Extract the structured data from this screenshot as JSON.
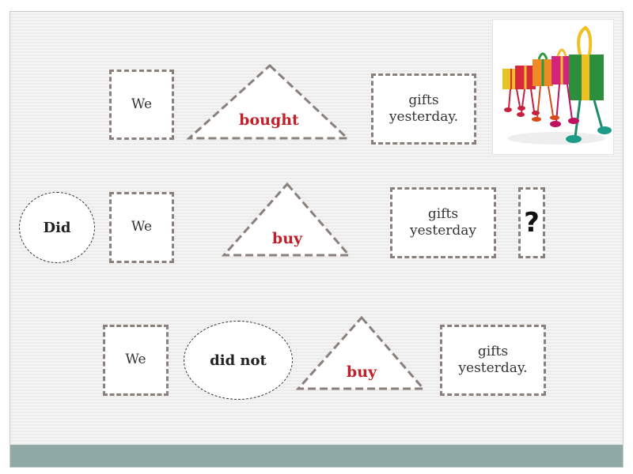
{
  "row1": {
    "subject": "We",
    "verb": "bought",
    "object_line1": "gifts",
    "object_line2": "yesterday."
  },
  "row2": {
    "auxiliary": "Did",
    "subject": "We",
    "verb": "buy",
    "object_line1": "gifts",
    "object_line2": "yesterday",
    "punctuation": "?"
  },
  "row3": {
    "subject": "We",
    "negation": "did not",
    "verb": "buy",
    "object_line1": "gifts",
    "object_line2": "yesterday."
  },
  "colors": {
    "verb_text": "#c0202a",
    "dashed_border": "#8a7f7a",
    "bottom_bar": "#8fa9a7"
  },
  "image": {
    "icon": "walking-gift-boxes-icon"
  }
}
